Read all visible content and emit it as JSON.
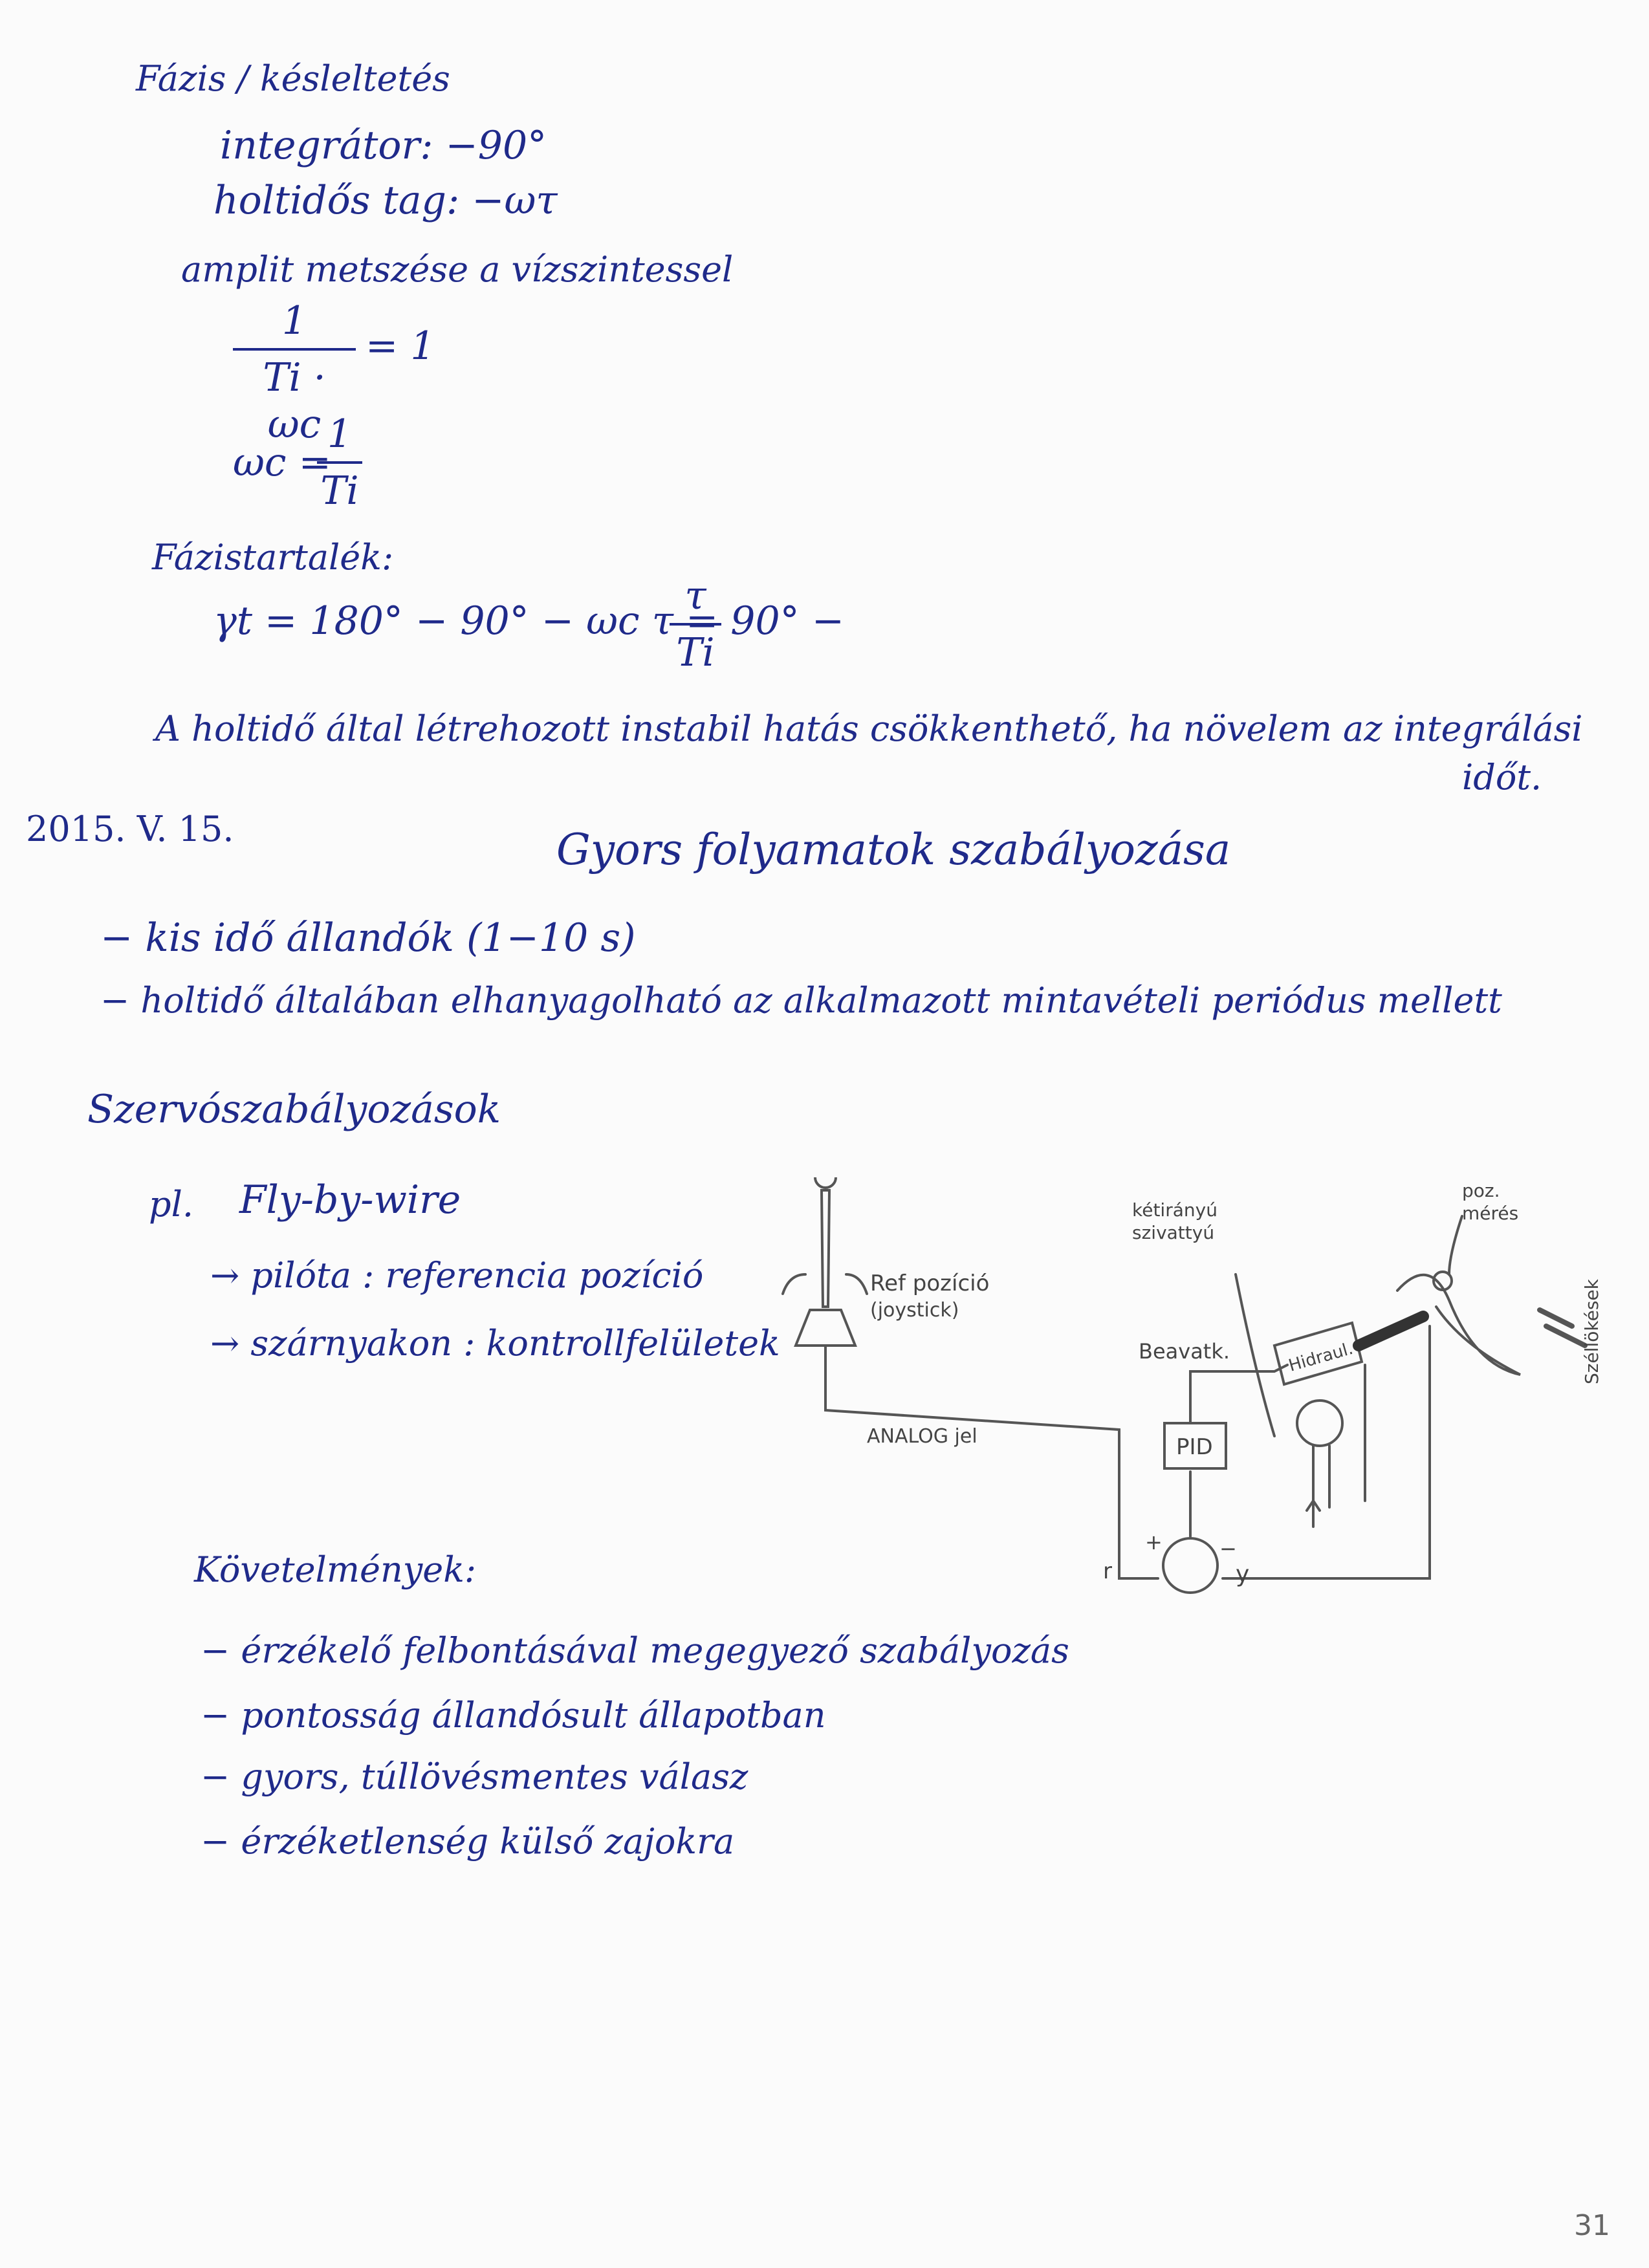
{
  "notes": {
    "heading_phase": "Fázis / késleltetés",
    "integrator_line": "integrátor: −90°",
    "deadtime_line": "holtidős tag: −ωτ",
    "amplitude_line": "amplit metszése a vízszintessel",
    "eq1_num": "1",
    "eq1_den": "Ti · ωc",
    "eq1_rhs": "= 1",
    "eq2_lhs": "ωc =",
    "eq2_num": "1",
    "eq2_den": "Ti",
    "margin_heading": "Fázistartalék:",
    "margin_eq_lhs": "γt = 180° − 90° − ωc τ = 90° −",
    "margin_eq_num": "τ",
    "margin_eq_den": "Ti",
    "conclusion_1": "A holtidő által létrehozott instabil hatás csökkenthető, ha növelem az integrálási",
    "conclusion_2": "időt.",
    "date": "2015. V. 15.",
    "title": "Gyors folyamatok szabályozása",
    "bullet_1": "− kis idő állandók (1−10 s)",
    "bullet_2": "− holtidő általában elhanyagolható az alkalmazott mintavételi periódus mellett",
    "servo_heading": "Szervószabályozások",
    "example_label": "pl.",
    "example_value": "Fly-by-wire",
    "arrow_1": "→ pilóta : referencia pozíció",
    "arrow_2": "→ szárnyakon : kontrollfelületek",
    "req_heading": "Követelmények:",
    "req_1": "− érzékelő felbontásával megegyező szabályozás",
    "req_2": "− pontosság állandósult állapotban",
    "req_3": "− gyors, túllövésmentes válasz",
    "req_4": "− érzéketlenség külső zajokra"
  },
  "diagram": {
    "ref_label": "Ref pozíció",
    "joystick_label": "(joystick)",
    "analog_label": "ANALOG jel",
    "beavatk_label": "Beavatk.",
    "pid_label": "PID",
    "hidraul_label": "Hidraul.",
    "valve_label_1": "kétirányú",
    "valve_label_2": "szivattyú",
    "pos_label_1": "poz.",
    "pos_label_2": "mérés",
    "wind_label": "Széllökések",
    "r_label": "r",
    "y_label": "y",
    "plus_sign": "+",
    "minus_sign": "−"
  },
  "page_number": "31",
  "colors": {
    "ink": "#1f2a8a",
    "pencil": "#555555",
    "paper": "#fbfbfb"
  }
}
